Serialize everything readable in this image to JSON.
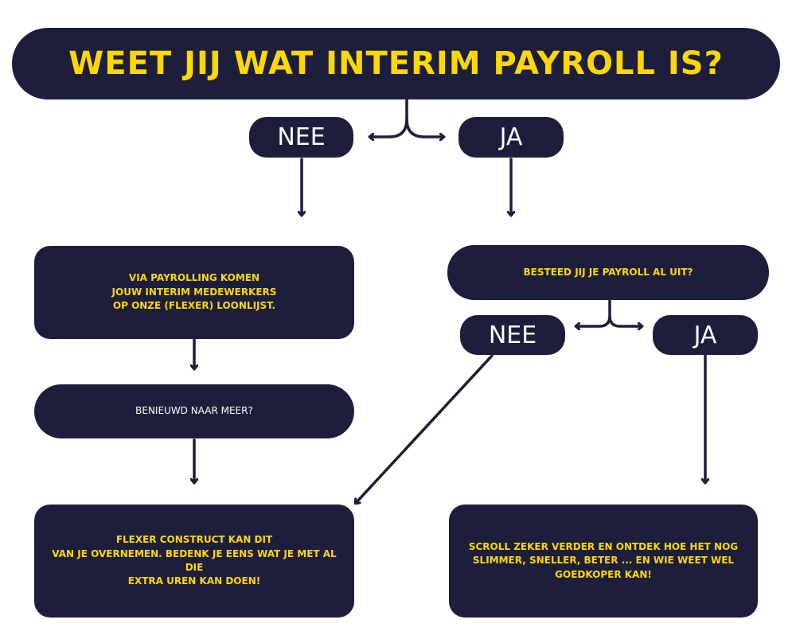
{
  "title": "WEET JIJ WAT INTERIM PAYROLL IS?",
  "q1": {
    "no": "NEE",
    "yes": "JA"
  },
  "left": {
    "info_lines": [
      "VIA PAYROLLING KOMEN",
      "JOUW INTERIM MEDEWERKERS",
      "OP ONZE (FLEXER) LOONLIJST."
    ],
    "curious": "BENIEUWD NAAR MEER?",
    "outcome_lines": [
      "FLEXER CONSTRUCT KAN DIT",
      "VAN JE OVERNEMEN. BEDENK JE EENS WAT JE MET AL DIE",
      "EXTRA UREN KAN DOEN!"
    ]
  },
  "right": {
    "question": "BESTEED JIJ JE PAYROLL AL UIT?",
    "no": "NEE",
    "yes": "JA",
    "outcome_lines": [
      "SCROLL ZEKER VERDER EN ONTDEK HOE HET NOG",
      "SLIMMER, SNELLER, BETER ...  EN WIE WEET WEL",
      "GOEDKOPER KAN!"
    ]
  },
  "colors": {
    "box": "#1c1e3b",
    "accent": "#ffd800",
    "text": "#ffffff"
  }
}
